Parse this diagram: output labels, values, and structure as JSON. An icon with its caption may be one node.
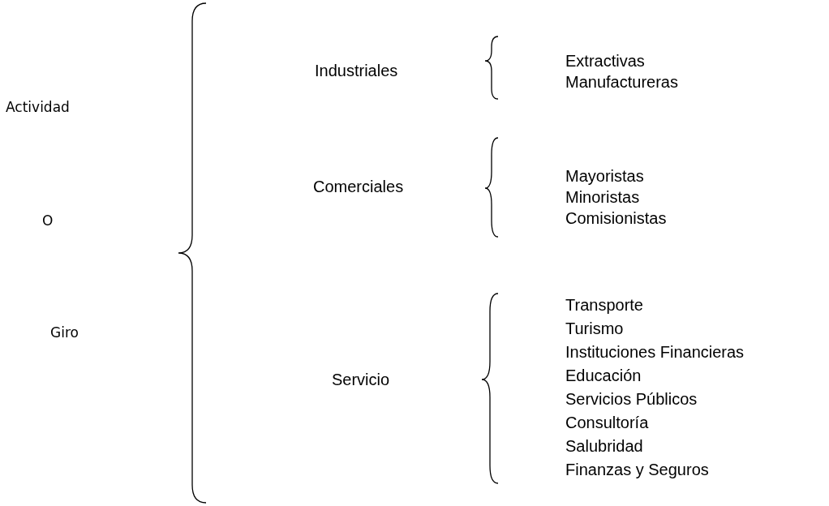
{
  "diagram": {
    "labels": [
      "Actividad",
      "O",
      "Giro",
      "Industriales",
      "Extractivas",
      "Manufactureras",
      "Comerciales",
      "Mayoristas",
      "Minoristas",
      "Comisionistas",
      "Servicio",
      "Transporte",
      "Turismo",
      "Instituciones Financieras",
      "Educación",
      "Servicios Públicos",
      "Consultoría",
      "Salubridad",
      "Finanzas y Seguros"
    ]
  }
}
